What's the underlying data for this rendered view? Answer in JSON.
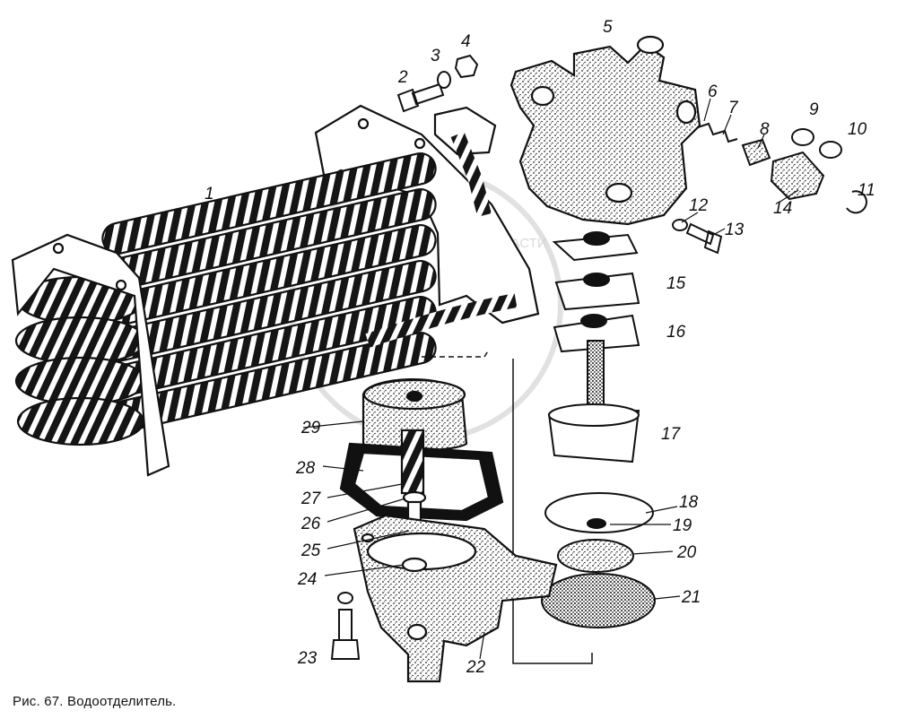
{
  "caption": "Рис. 67. Водоотделитель.",
  "watermark_text": "ЗАПЧАСТИ",
  "callouts": [
    "1",
    "2",
    "3",
    "4",
    "5",
    "6",
    "7",
    "8",
    "9",
    "10",
    "11",
    "12",
    "13",
    "14",
    "15",
    "16",
    "17",
    "18",
    "19",
    "20",
    "21",
    "22",
    "23",
    "24",
    "25",
    "26",
    "27",
    "28",
    "29"
  ],
  "colors": {
    "ink": "#111111",
    "paper": "#ffffff",
    "watermark": "#b9b9b9"
  }
}
